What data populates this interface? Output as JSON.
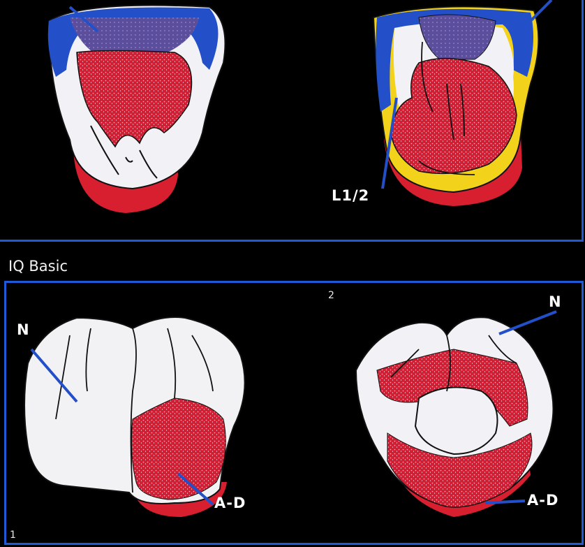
{
  "section": {
    "title": "IQ Basic"
  },
  "figure_numbers": {
    "top_center": "2",
    "bottom_left": "1"
  },
  "labels": {
    "top_right_pointer": "L1/2",
    "bottom_left_top": "N",
    "bottom_left_bottom": "A-D",
    "bottom_right_top": "N",
    "bottom_right_bottom": "A-D"
  },
  "colors": {
    "frame_blue": "#1f5bd6",
    "enamel_white": "#f1f1f6",
    "dentin_red": "#d2233a",
    "pulp_purple": "#4d3e94",
    "highlight_yellow": "#f2d21a",
    "surface_blue": "#2350c8"
  }
}
